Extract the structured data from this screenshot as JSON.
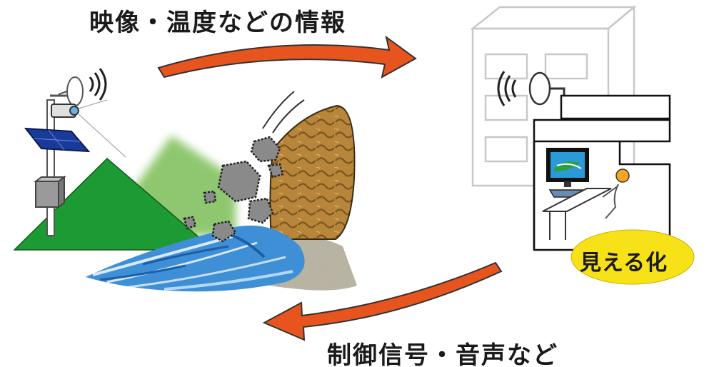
{
  "labels": {
    "top": "映像・温度などの情報",
    "bottom": "制御信号・音声など",
    "visualization": "見える化"
  },
  "colors": {
    "arrow": "#e8541e",
    "mountain_front": "#1e9a35",
    "mountain_back": "#8fc770",
    "cliff": "#b8863a",
    "river": "#3f8fd6",
    "rock": "#8a8a8a",
    "bubble": "#f7e21a",
    "solar_panel": "#1a3a9a",
    "building_line": "#c8c8c8"
  }
}
